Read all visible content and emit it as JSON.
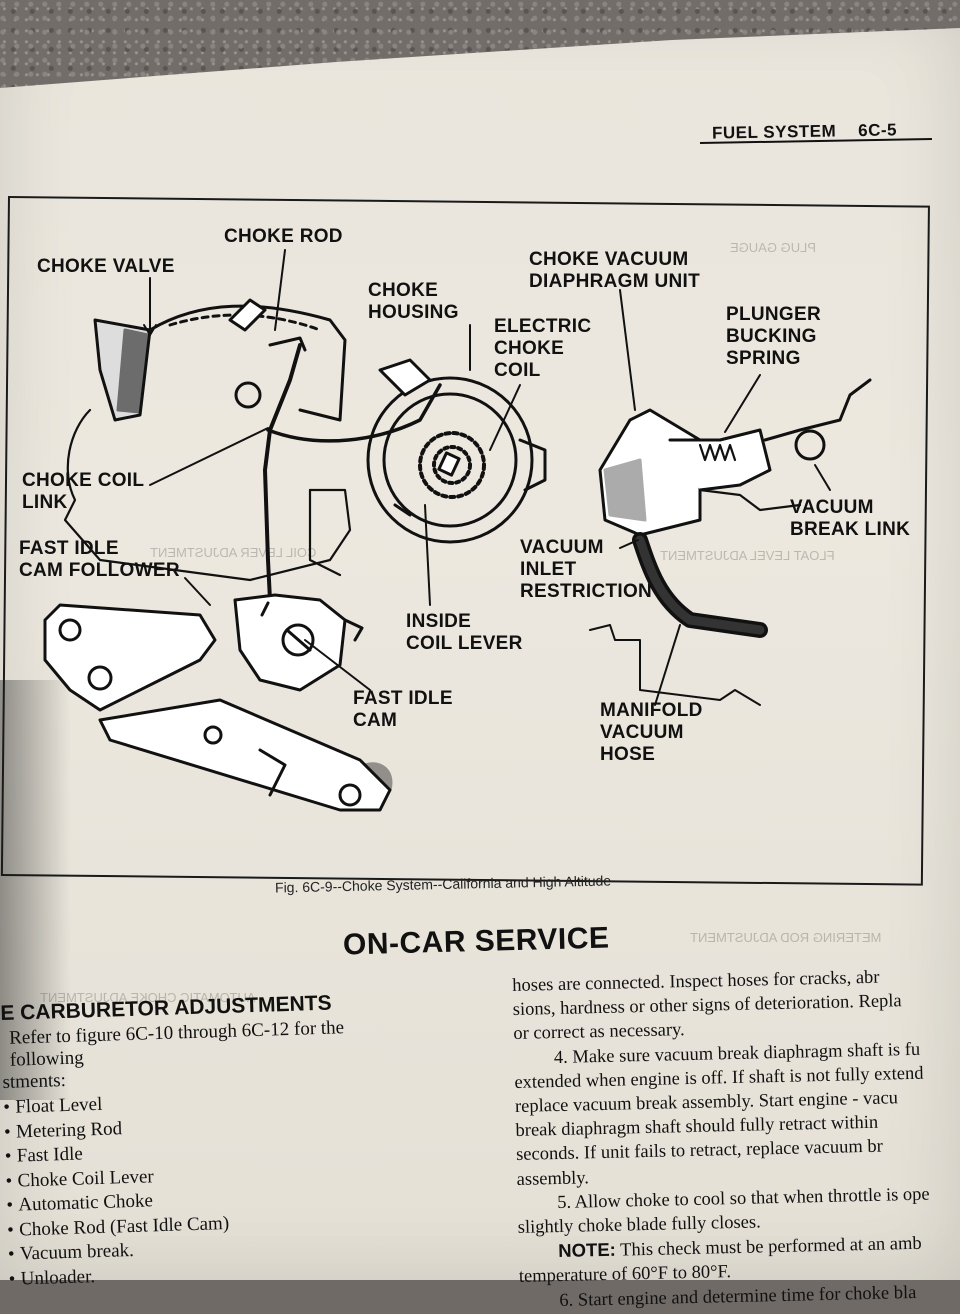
{
  "running_head": {
    "section": "FUEL SYSTEM",
    "page": "6C-5"
  },
  "figure": {
    "callouts": {
      "choke_rod": "CHOKE ROD",
      "choke_valve": "CHOKE VALVE",
      "choke_housing": "CHOKE\nHOUSING",
      "electric_choke_coil": "ELECTRIC\nCHOKE\nCOIL",
      "choke_vacuum_diaphragm": "CHOKE VACUUM\nDIAPHRAGM UNIT",
      "plunger_bucking_spring": "PLUNGER\nBUCKING\nSPRING",
      "choke_coil_link": "CHOKE COIL\nLINK",
      "vacuum_break_link": "VACUUM\nBREAK LINK",
      "fast_idle_cam_follower": "FAST IDLE\nCAM FOLLOWER",
      "vacuum_inlet_restriction": "VACUUM\nINLET\nRESTRICTION",
      "inside_coil_lever": "INSIDE\nCOIL LEVER",
      "fast_idle_cam": "FAST IDLE\nCAM",
      "manifold_vacuum_hose": "MANIFOLD\nVACUUM\nHOSE"
    },
    "caption": "Fig. 6C-9--Choke System--California and High Altitude"
  },
  "section_title": "ON-CAR SERVICE",
  "left_column": {
    "subhead": "E CARBURETOR ADJUSTMENTS",
    "intro_lines": [
      "Refer to figure 6C-10 through 6C-12 for the following",
      "stments:"
    ],
    "bullet": "•",
    "items": [
      "Float Level",
      "Metering Rod",
      "Fast Idle",
      "Choke Coil Lever",
      "Automatic Choke",
      "Choke Rod (Fast Idle Cam)",
      "Vacuum break.",
      "Unloader."
    ]
  },
  "right_column": {
    "lines": [
      "hoses are connected. Inspect hoses for cracks, abr",
      "sions, hardness or other signs of deterioration. Repla",
      "or correct as necessary.",
      "4. Make sure vacuum break diaphragm shaft is fu",
      "extended when engine is off. If shaft is not fully extend",
      "replace vacuum break assembly. Start engine - vacu",
      "break diaphragm shaft should fully retract within",
      "seconds. If unit fails to retract, replace vacuum br",
      "assembly.",
      "5. Allow choke to cool so that when throttle is ope",
      "slightly choke blade fully closes.",
      "temperature of 60°F to 80°F.",
      "6. Start engine and determine time for choke bla"
    ],
    "note_label": "NOTE:",
    "note_text": "This check must be performed at an amb"
  },
  "ghost_text": [
    "FLOAT LEVEL ADJUSTMENT",
    "PLUG GAUGE",
    "METERING ROD ADJUSTMENT",
    "COIL LEVER ADJUSTMENT",
    "AUTOMATIC CHOKE ADJUSTMENT"
  ]
}
